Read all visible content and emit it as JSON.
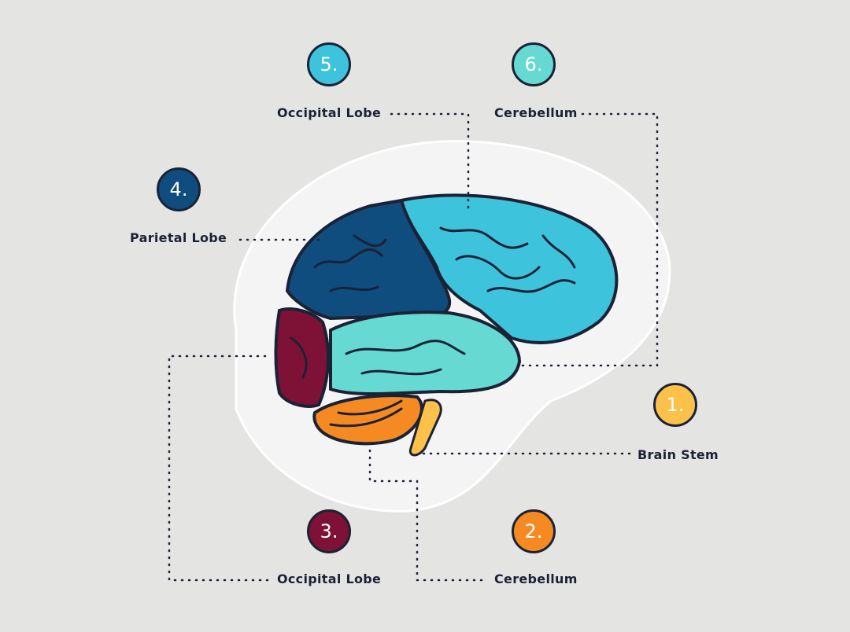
{
  "colors": {
    "background": "#e4e4e3",
    "outline": "#1b2236",
    "brain_stem": "#fbc14a",
    "cerebellum": "#f58a23",
    "occipital": "#7d1236",
    "parietal": "#0e4d7d",
    "frontal": "#3ec3dc",
    "temporal": "#66d9d3"
  },
  "callouts": [
    {
      "number": "1.",
      "label": "Brain Stem",
      "color": "#fbc14a"
    },
    {
      "number": "2.",
      "label": "Cerebellum",
      "color": "#f58a23"
    },
    {
      "number": "3.",
      "label": "Occipital Lobe",
      "color": "#7d1236"
    },
    {
      "number": "4.",
      "label": "Parietal Lobe",
      "color": "#0e4d7d"
    },
    {
      "number": "5.",
      "label": "Occipital Lobe",
      "color": "#3ec3dc"
    },
    {
      "number": "6.",
      "label": "Cerebellum",
      "color": "#66d9d3"
    }
  ]
}
